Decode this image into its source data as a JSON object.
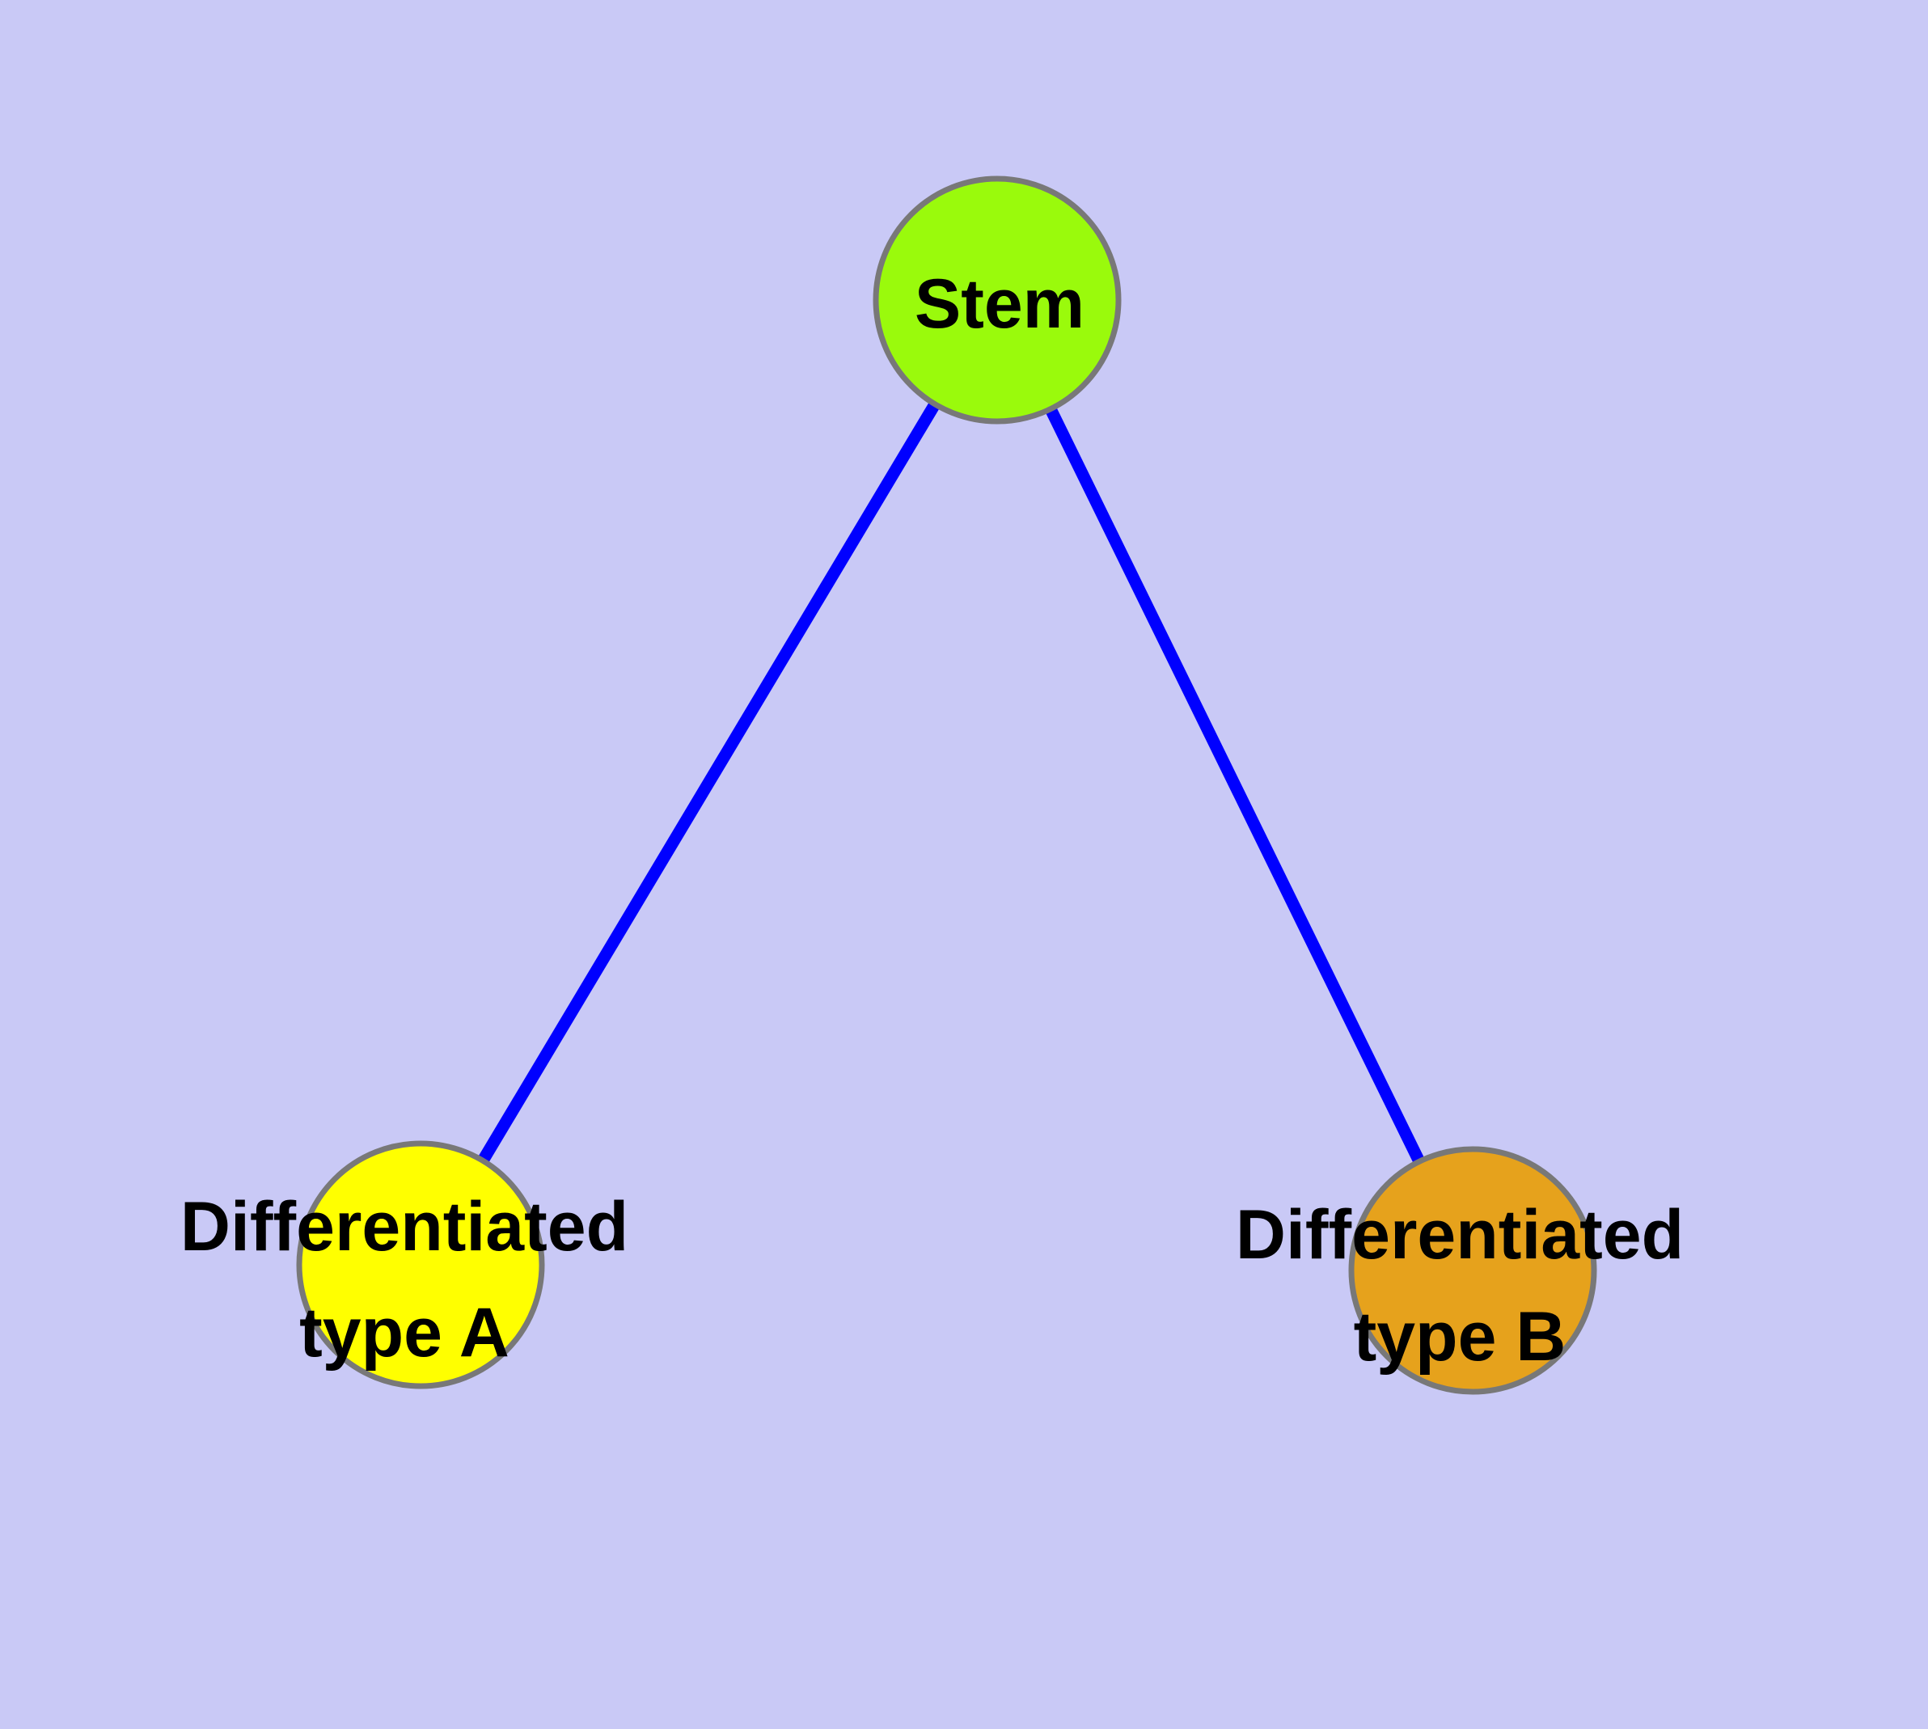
{
  "diagram": {
    "background_color": "#C9C9F6",
    "edge_color": "#0000FF",
    "node_border_color": "#787878",
    "nodes": {
      "stem": {
        "label": "Stem",
        "fill": "#9AFA0C"
      },
      "type_a": {
        "label_line1": "Differentiated",
        "label_line2": "type A",
        "fill": "#FFFF00"
      },
      "type_b": {
        "label_line1": "Differentiated",
        "label_line2": "type B",
        "fill": "#E6A21C"
      }
    },
    "edges": [
      {
        "from": "Stem",
        "to": "Differentiated type A"
      },
      {
        "from": "Stem",
        "to": "Differentiated type B"
      }
    ]
  }
}
